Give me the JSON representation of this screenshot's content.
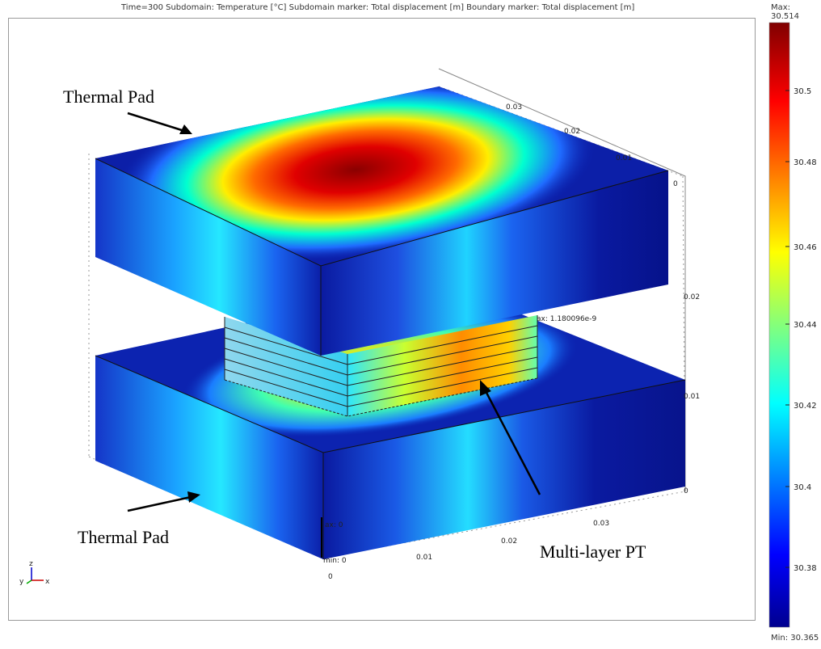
{
  "header": {
    "title": "Time=300   Subdomain: Temperature [°C]   Subdomain marker: Total displacement [m]   Boundary marker: Total displacement [m]"
  },
  "colorbar": {
    "max_label": "Max: 30.514",
    "min_label": "Min: 30.365",
    "ticks": [
      "30.5",
      "30.48",
      "30.46",
      "30.44",
      "30.42",
      "30.4",
      "30.38"
    ]
  },
  "annotations": {
    "top_pad": "Thermal Pad",
    "bottom_pad": "Thermal Pad",
    "stack": "Multi-layer PT"
  },
  "markers": {
    "max_marker": "ax: 1.180096e-9",
    "min_marker": "min: 0",
    "max_small": "ax: 0"
  },
  "axes": {
    "right_ticks_top": [
      "0.03",
      "0.02",
      "0.01",
      "0"
    ],
    "vertical_ticks": [
      "0.02",
      "0.01",
      "0"
    ],
    "bottom_ticks": [
      "0.03",
      "0.02",
      "0.01",
      "0"
    ],
    "triad": {
      "z": "z",
      "y": "y",
      "x": "x"
    }
  }
}
